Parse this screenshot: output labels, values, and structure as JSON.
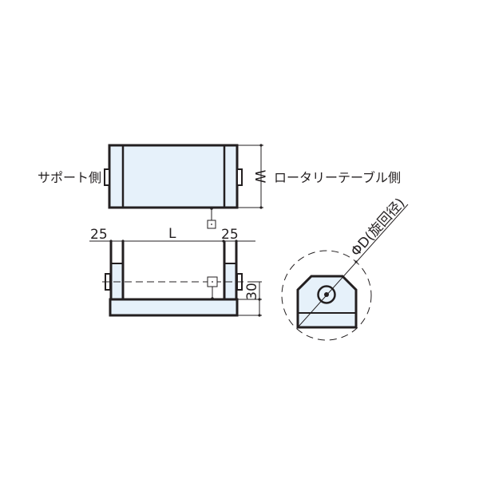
{
  "diagram": {
    "type": "technical-drawing",
    "colors": {
      "line": "#231f20",
      "fill": "#e6f1fa",
      "background": "#ffffff"
    },
    "top_view": {
      "left_label": "サポート側",
      "right_label": "ロータリーテーブル側",
      "width_dim_label": "W"
    },
    "side_view": {
      "left_offset_label": "25",
      "length_label": "L",
      "right_offset_label": "25",
      "height_dim_label": "30"
    },
    "end_view": {
      "diameter_label": "ΦD(旋回径)"
    }
  }
}
